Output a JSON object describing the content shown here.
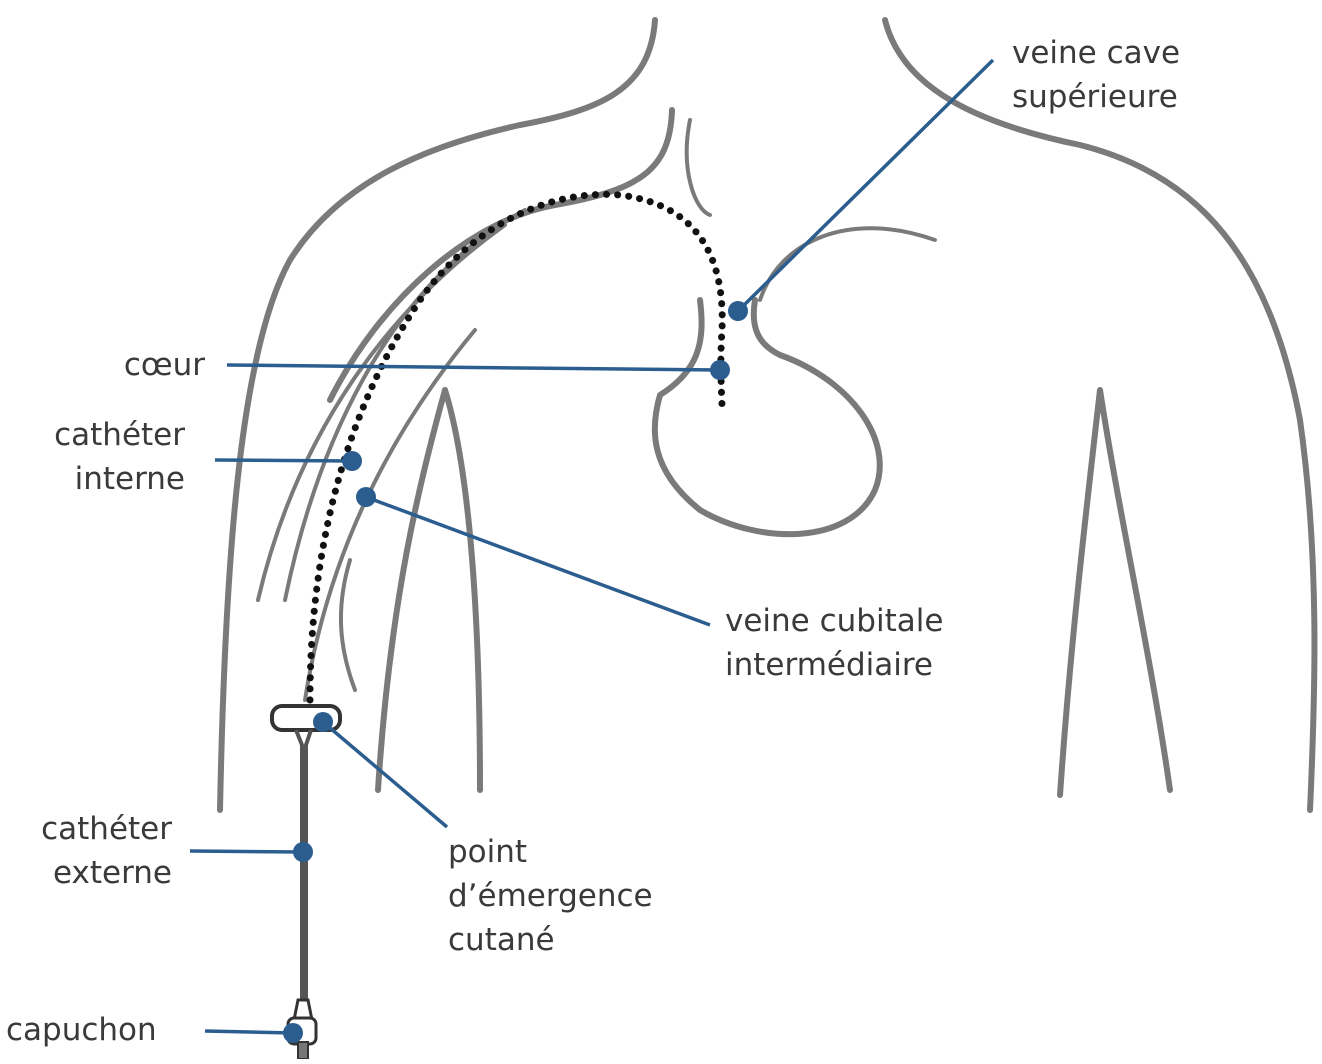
{
  "labels": {
    "veine_cave": [
      "veine cave",
      "supérieure"
    ],
    "coeur": "cœur",
    "catheter_interne": [
      "cathéter",
      "interne"
    ],
    "veine_cubitale": [
      "veine cubitale",
      "intermédiaire"
    ],
    "point_emergence": [
      "point",
      "d’émergence",
      "cutané"
    ],
    "catheter_externe": [
      "cathéter",
      "externe"
    ],
    "capuchon": "capuchon"
  },
  "colors": {
    "leader": "#2c5d8f",
    "outline": "#7a7a7a",
    "catheter": "#111111",
    "text": "#3a3a3a"
  }
}
